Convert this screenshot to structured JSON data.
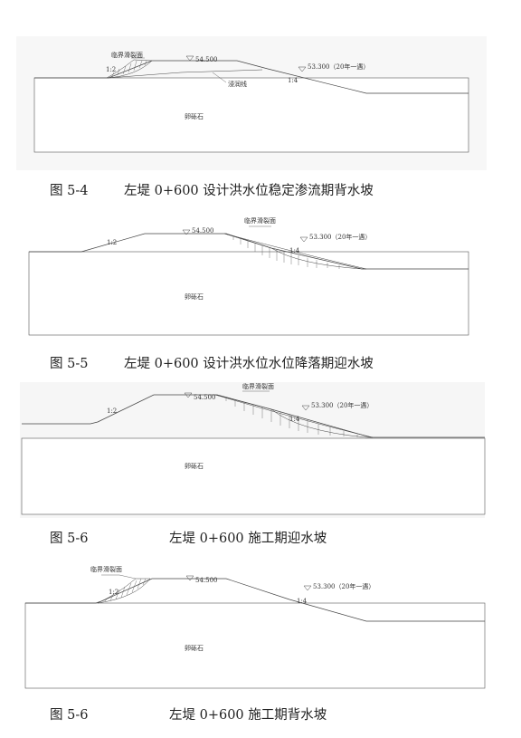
{
  "figures": [
    {
      "caption_num": "图 5-4",
      "caption_text": "左堤 0+600 设计洪水位稳定渗流期背水坡",
      "crest_level": "54.500",
      "water_level": "53.300（20年一遇）",
      "slope_left": "1:2",
      "slope_right": "1:4",
      "slip_label": "临界滑裂面",
      "seepage_label": "浸润线",
      "foundation_label": "卵砾石"
    },
    {
      "caption_num": "图 5-5",
      "caption_text": "左堤 0+600 设计洪水位水位降落期迎水坡",
      "crest_level": "54.500",
      "water_level": "53.300（20年一遇）",
      "slope_left": "1:2",
      "slope_right": "1:4",
      "slip_label": "临界滑裂面",
      "foundation_label": "卵砾石"
    },
    {
      "caption_num": "图 5-6",
      "caption_text": "左堤 0+600 施工期迎水坡",
      "crest_level": "54.500",
      "water_level": "53.300（20年一遇）",
      "slope_left": "1:2",
      "slope_right": "1:4",
      "slip_label": "临界滑裂面",
      "foundation_label": "卵砾石"
    },
    {
      "caption_num": "图 5-6",
      "caption_text": "左堤 0+600 施工期背水坡",
      "crest_level": "54.500",
      "water_level": "53.300（20年一遇）",
      "slope_left": "1:2",
      "slope_right": "1:4",
      "slip_label": "临界滑裂面",
      "foundation_label": "卵砾石"
    }
  ]
}
